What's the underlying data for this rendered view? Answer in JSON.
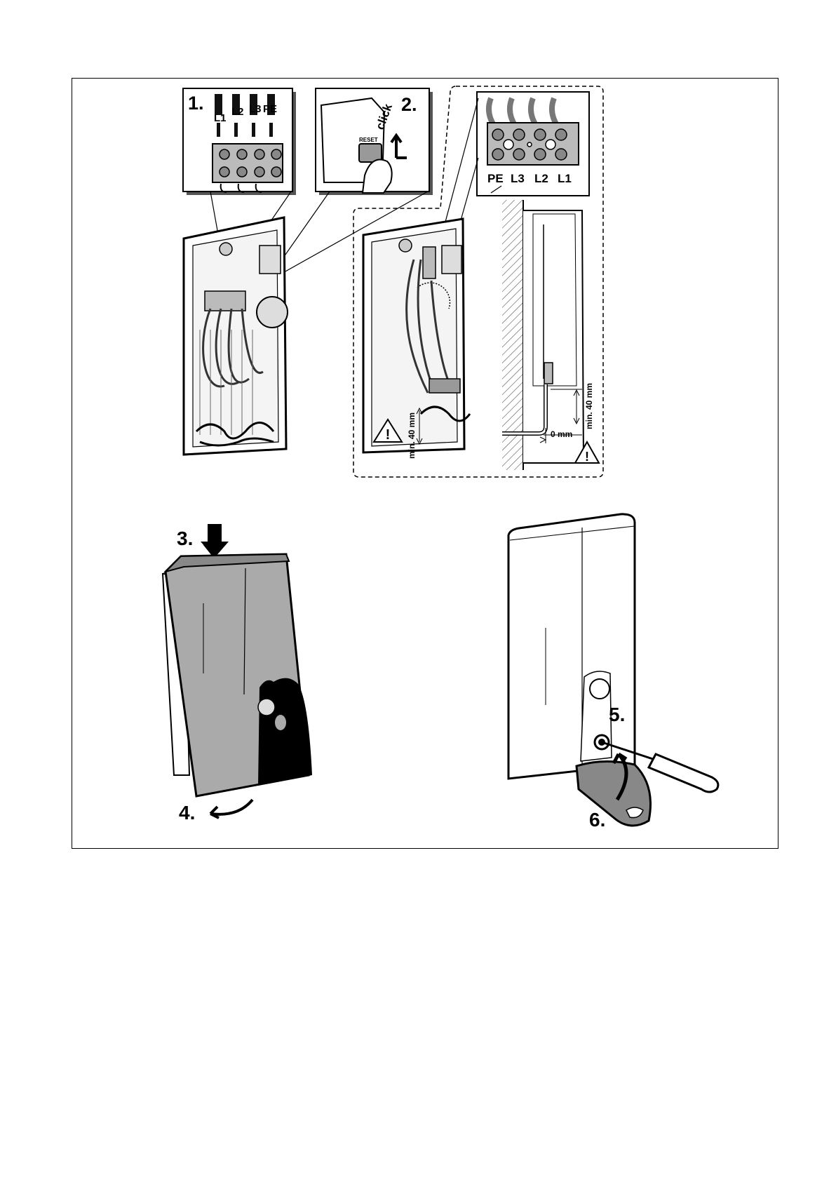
{
  "steps": {
    "s1": "1.",
    "s2": "2.",
    "s3": "3.",
    "s4": "4.",
    "s5": "5.",
    "s6": "6."
  },
  "terminals_top": [
    "L1",
    "L2",
    "L3",
    "PE"
  ],
  "terminals_detail": [
    "PE",
    "L3",
    "L2",
    "L1"
  ],
  "click_text": "click",
  "reset_text": "RESET",
  "min_label_left": "min. 40 mm",
  "min_label_right": "min. 40 mm",
  "zero_label": "0 mm",
  "warning_symbol": "!"
}
